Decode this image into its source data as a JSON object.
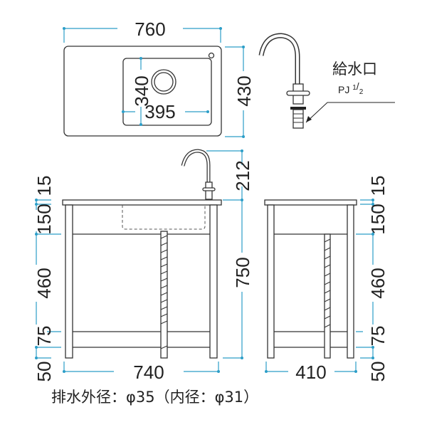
{
  "top_view": {
    "width": "760",
    "depth": "430",
    "basin_depth": "340",
    "basin_width": "395"
  },
  "faucet_label": {
    "title": "給水口",
    "spec_prefix": "PJ ",
    "spec_num": "1",
    "spec_sep": "/",
    "spec_den": "2"
  },
  "front_view": {
    "faucet_height": "212",
    "total_height": "750",
    "width": "740",
    "left_dims": [
      "15",
      "150",
      "460",
      "75",
      "50"
    ]
  },
  "side_view": {
    "depth": "410",
    "right_dims": [
      "15",
      "150",
      "460",
      "75",
      "50"
    ]
  },
  "drain_note": "排水外径：φ35（内径：φ31）",
  "colors": {
    "dimension": "#2c9ec8",
    "outline": "#333333"
  }
}
